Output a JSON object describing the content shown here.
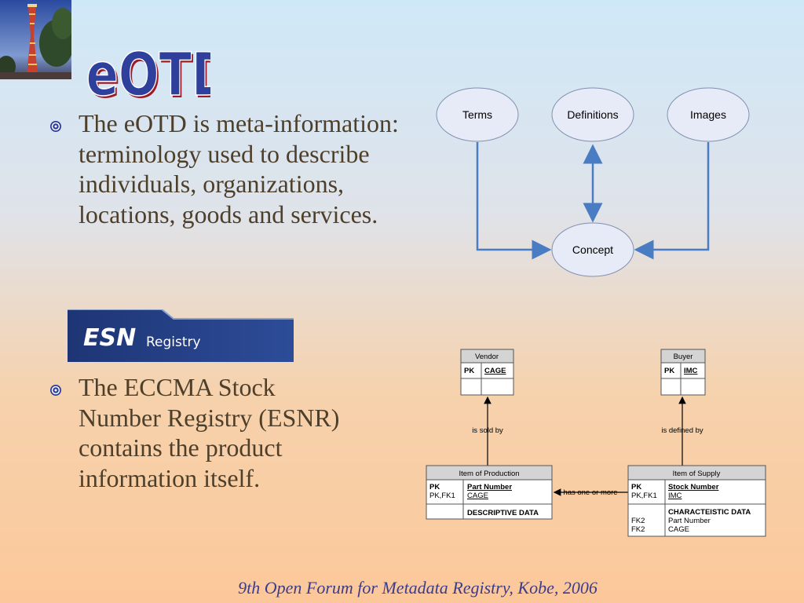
{
  "title": "eOTD",
  "bullets": [
    "The eOTD is meta-information: terminology used to describe individuals, organizations, locations, goods and services.",
    "The ECCMA Stock Number Registry (ESNR) contains the product information itself."
  ],
  "esn_logo": {
    "bold": "ESN",
    "rest": "Registry"
  },
  "concept_diagram": {
    "terms": "Terms",
    "definitions": "Definitions",
    "images": "Images",
    "concept": "Concept"
  },
  "er_diagram": {
    "vendor": {
      "name": "Vendor",
      "pk": "PK",
      "key": "CAGE"
    },
    "buyer": {
      "name": "Buyer",
      "pk": "PK",
      "key": "IMC"
    },
    "item_production": {
      "name": "Item of Production",
      "pk": "PK",
      "pkfk": "PK,FK1",
      "key1": "Part Number",
      "key2": "CAGE",
      "data": "DESCRIPTIVE DATA"
    },
    "item_supply": {
      "name": "Item of Supply",
      "pk": "PK",
      "pkfk": "PK,FK1",
      "key1": "Stock Number",
      "key2": "IMC",
      "data_heading": "CHARACTEISTIC DATA",
      "fk2a": "FK2",
      "fk2b": "FK2",
      "attr1": "Part Number",
      "attr2": "CAGE"
    },
    "rel_sold": "is sold by",
    "rel_defined": "is defined by",
    "rel_has": "has one or more"
  },
  "footer": "9th Open Forum for Metadata Registry, Kobe, 2006",
  "colors": {
    "title_fill": "#2e3f9c",
    "title_shadow": "#9c1a25",
    "text": "#4d3f2a",
    "footer": "#3c3c8a",
    "arrow": "#4a7cc4",
    "ellipse_fill": "#e7ebf7",
    "banner": "#2a4185"
  },
  "icons": [
    "kobe-port-tower-photo",
    "gear-bullet-icon"
  ]
}
